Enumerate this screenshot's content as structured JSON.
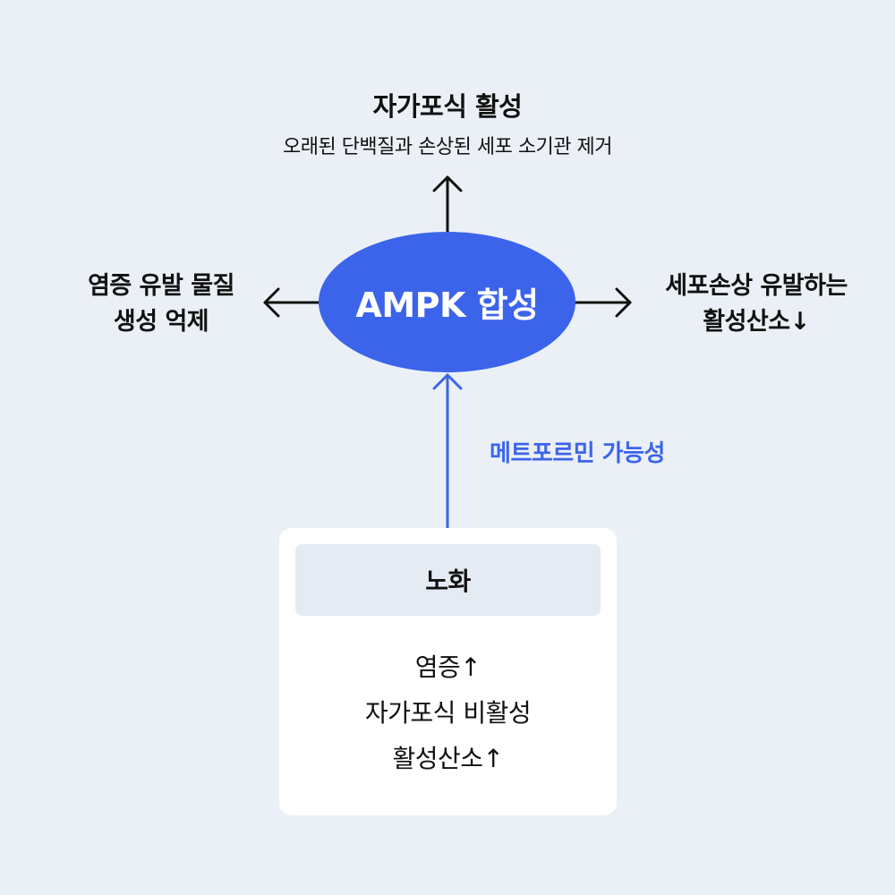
{
  "center": {
    "label": "AMPK 합성"
  },
  "top": {
    "title": "자가포식 활성",
    "subtitle": "오래된 단백질과 손상된 세포 소기관 제거"
  },
  "left": {
    "lines": [
      "염증 유발 물질",
      "생성 억제"
    ]
  },
  "right": {
    "lines": [
      "세포손상 유발하는",
      "활성산소↓"
    ]
  },
  "metformin": {
    "label": "메트포르민 가능성"
  },
  "aging": {
    "title": "노화",
    "items": [
      "염증↑",
      "자가포식 비활성",
      "활성산소↑"
    ]
  },
  "colors": {
    "background": "#ebf0f6",
    "accent": "#3c64ea",
    "card": "#ffffff",
    "card_header": "#e5ebf3",
    "text": "#111111"
  }
}
